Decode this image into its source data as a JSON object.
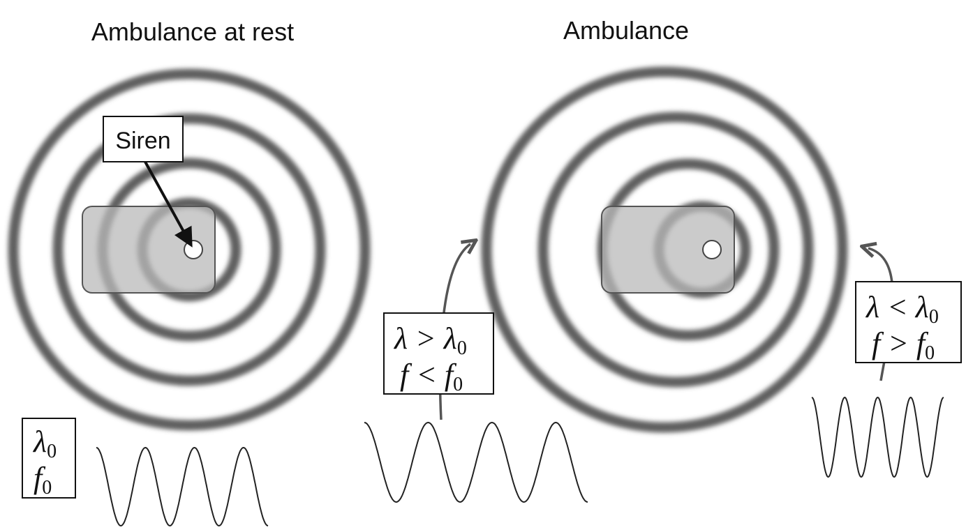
{
  "titles": {
    "left": "Ambulance at rest",
    "right": "Ambulance"
  },
  "siren_label": "Siren",
  "ref_box": {
    "line1_sym": "λ",
    "line1_sub": "0",
    "line2_sym": "f",
    "line2_sub": "0"
  },
  "behind_box": {
    "line1": "λ > λ",
    "line1_sub": "0",
    "line2": "f < f",
    "line2_sub": "0"
  },
  "front_box": {
    "line1": "λ < λ",
    "line1_sub": "0",
    "line2": "f > f",
    "line2_sub": "0"
  },
  "colors": {
    "ring": "#5f5f5f",
    "vehicle": "#b9b9b9",
    "wave": "#222222",
    "arrow": "#555555"
  }
}
